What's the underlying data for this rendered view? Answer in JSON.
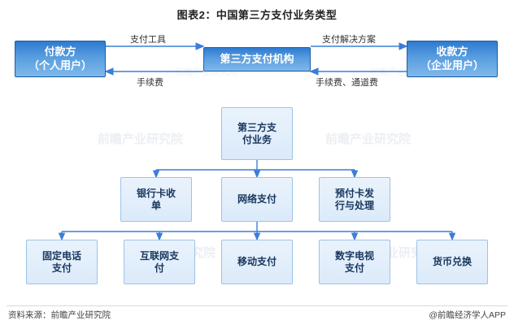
{
  "title": "图表2：中国第三方支付业务类型",
  "watermarks": {
    "big": [
      "前瞻产业研究院",
      "前瞻产业研究院",
      "前瞻产业研究院",
      "前瞻产业研究院"
    ],
    "small": [
      "前瞻产业研究院",
      "前瞻产业研究院"
    ]
  },
  "diagram": {
    "top_row": {
      "payer": {
        "line1": "付款方",
        "line2": "（个人用户）"
      },
      "center": {
        "line1": "第三方支付机构"
      },
      "payee": {
        "line1": "收款方",
        "line2": "（企业用户）"
      }
    },
    "edge_labels": {
      "payer_to_center": "支付工具",
      "center_to_payer": "手续费",
      "center_to_payee": "支付解决方案",
      "payee_to_center": "手续费、通道费"
    },
    "root": {
      "line1": "第三方支",
      "line2": "付业务"
    },
    "level2": [
      {
        "line1": "银行卡收",
        "line2": "单"
      },
      {
        "line1": "网络支付",
        "line2": ""
      },
      {
        "line1": "预付卡发",
        "line2": "行与处理"
      }
    ],
    "level3": [
      {
        "line1": "固定电话",
        "line2": "支付"
      },
      {
        "line1": "互联网支",
        "line2": "付"
      },
      {
        "line1": "移动支付",
        "line2": ""
      },
      {
        "line1": "数字电视",
        "line2": "支付"
      },
      {
        "line1": "货币兑换",
        "line2": ""
      }
    ]
  },
  "footer": {
    "source": "资料来源：前瞻产业研究院",
    "credit": "@前瞻经济学人APP"
  },
  "colors": {
    "accent_blue": "#2e7bd0",
    "light_blue": "#dbeafa",
    "border_blue": "#9cc3e8",
    "line": "#3b7dd8"
  }
}
